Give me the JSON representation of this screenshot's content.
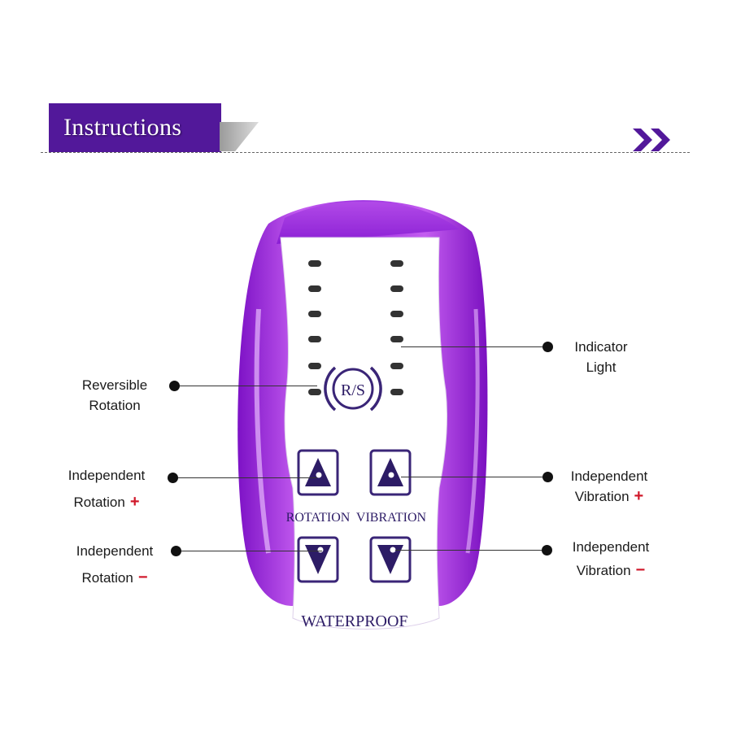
{
  "header": {
    "title": "Instructions"
  },
  "colors": {
    "brand_purple": "#52189a",
    "device_purple": "#9b2fd8",
    "sign_red": "#d0182a"
  },
  "device": {
    "rs_label": "R/S",
    "rotation_label": "ROTATION",
    "vibration_label": "VIBRATION",
    "waterproof_label": "WATERPROOF"
  },
  "callouts": {
    "indicator_light": {
      "line1": "Indicator",
      "line2": "Light"
    },
    "reversible_rotation": {
      "line1": "Reversible",
      "line2": "Rotation"
    },
    "rotation_plus": {
      "line1": "Independent",
      "line2": "Rotation",
      "sign": "+"
    },
    "vibration_plus": {
      "line1": "Independent",
      "line2": "Vibration",
      "sign": "+"
    },
    "rotation_minus": {
      "line1": "Independent",
      "line2": "Rotation",
      "sign": "−"
    },
    "vibration_minus": {
      "line1": "Independent",
      "line2": "Vibration",
      "sign": "−"
    }
  }
}
